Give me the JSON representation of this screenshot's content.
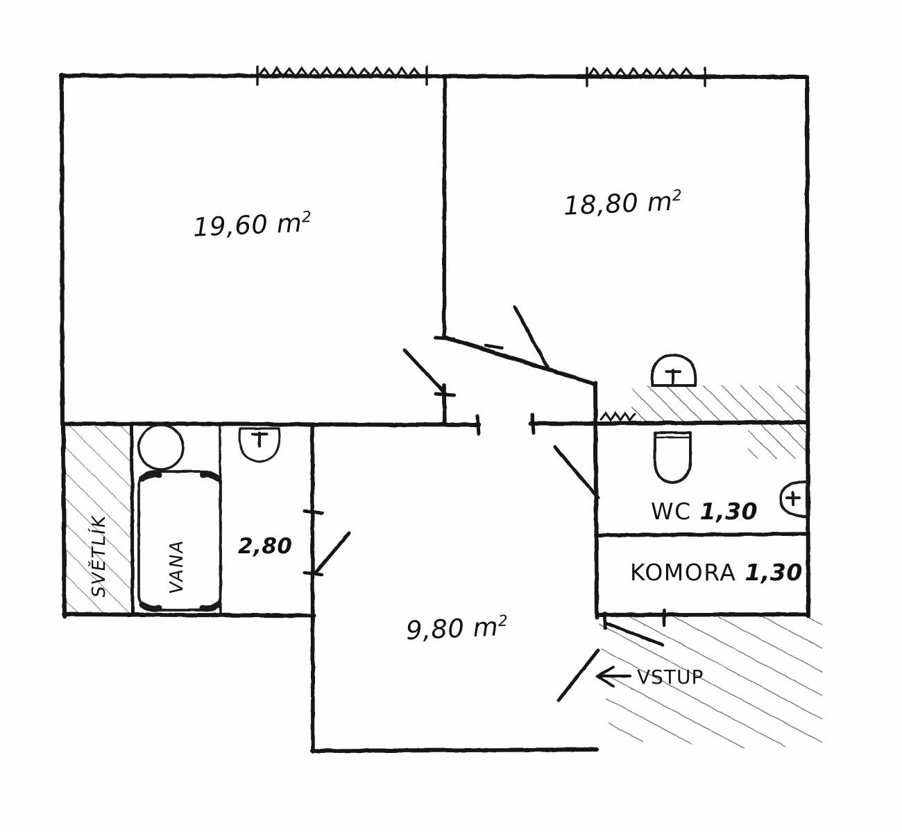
{
  "title": "Hand-drawn apartment floor plan",
  "rooms": [
    {
      "name": "room-top-left",
      "area_label": "19,60",
      "unit": "m",
      "exponent": "2"
    },
    {
      "name": "room-top-right",
      "area_label": "18,80",
      "unit": "m",
      "exponent": "2"
    },
    {
      "name": "room-bottom",
      "area_label": "9,80",
      "unit": "m",
      "exponent": "2"
    }
  ],
  "labels": {
    "bathroom_dimension": "2,80",
    "light_shaft": "SVĚTLÍK",
    "bathtub": "VANA",
    "wc_name": "WC",
    "wc_area": "1,30",
    "pantry_name": "KOMORA",
    "pantry_area": "1,30",
    "entrance": "VSTUP"
  },
  "fixtures": [
    {
      "name": "bathtub-fixture",
      "kind": "bathtub"
    },
    {
      "name": "washing-machine-fixture",
      "kind": "circle"
    },
    {
      "name": "bathroom-sink-fixture",
      "kind": "sink"
    },
    {
      "name": "wc-cistern-sink-fixture",
      "kind": "sink"
    },
    {
      "name": "toilet-fixture",
      "kind": "toilet"
    },
    {
      "name": "wc-small-sink-fixture",
      "kind": "sink"
    }
  ],
  "annotations": {
    "window_count": 2,
    "door_count": 4,
    "hatched_zones": [
      "light-shaft",
      "service-shaft",
      "entrance-corridor"
    ]
  },
  "colors": {
    "ink": "#111111",
    "paper": "#fefefe",
    "hatch_light": "#7a7a7a",
    "hatch_mid": "#4a4a4a"
  },
  "chart_data": {
    "type": "table",
    "title": "Room areas",
    "categories": [
      "19,60 m²",
      "18,80 m²",
      "9,80 m²",
      "WC 1,30",
      "KOMORA 1,30",
      "2,80"
    ],
    "values": [
      19.6,
      18.8,
      9.8,
      1.3,
      1.3,
      2.8
    ]
  }
}
